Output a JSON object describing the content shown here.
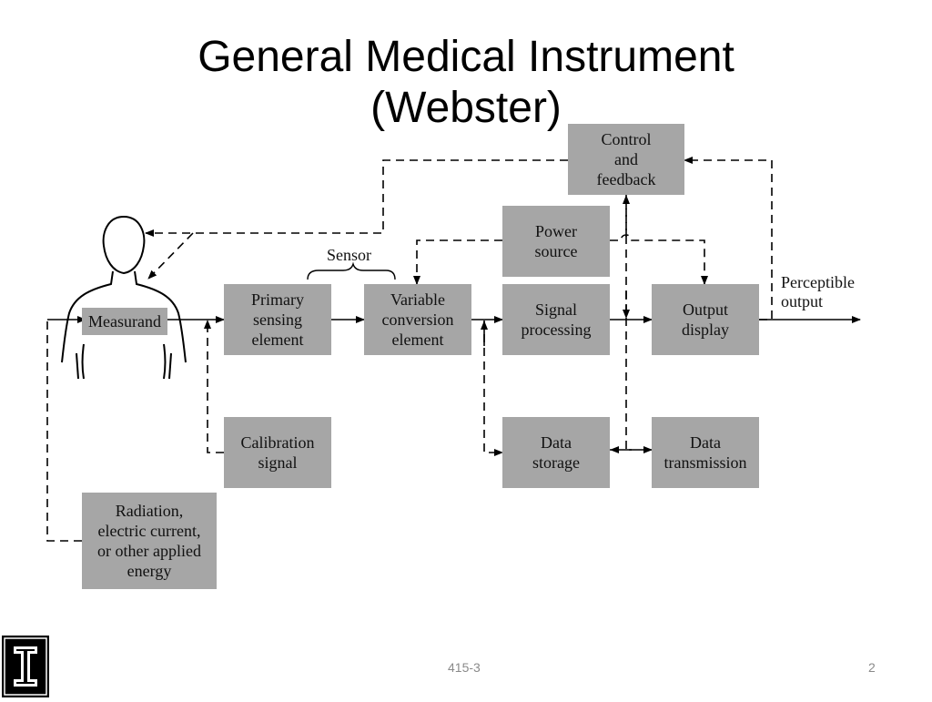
{
  "slide": {
    "title_line1": "General Medical Instrument",
    "title_line2": "(Webster)",
    "footer_center": "415-3",
    "page_number": "2"
  },
  "diagram": {
    "boxes": {
      "control_feedback": "Control\nand\nfeedback",
      "power_source": "Power\nsource",
      "primary_sensing": "Primary\nsensing\nelement",
      "variable_conversion": "Variable\nconversion\nelement",
      "signal_processing": "Signal\nprocessing",
      "output_display": "Output\ndisplay",
      "calibration_signal": "Calibration\nsignal",
      "data_storage": "Data\nstorage",
      "data_transmission": "Data\ntransmission",
      "applied_energy": "Radiation,\nelectric current,\nor other applied\nenergy",
      "measurand": "Measurand"
    },
    "labels": {
      "sensor": "Sensor",
      "perceptible_output": "Perceptible\noutput"
    }
  },
  "colors": {
    "box_fill": "#a6a6a6",
    "line": "#000000",
    "footer_text": "#8a8a8a"
  },
  "logo": {
    "icon": "university-block-i-logo"
  }
}
